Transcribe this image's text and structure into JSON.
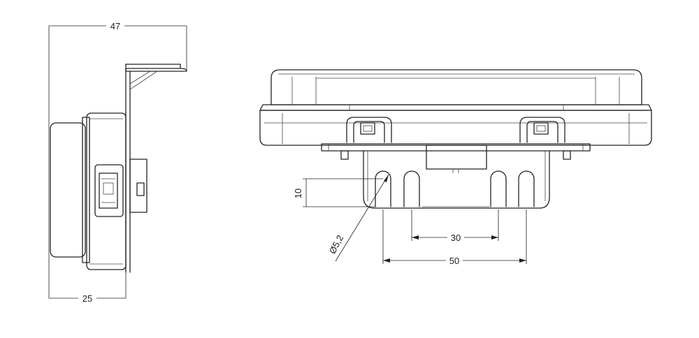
{
  "dimensions": {
    "side_height": "47",
    "side_depth": "25",
    "hole_height": "10",
    "hole_diameter": "Ø5,2",
    "inner_spacing": "30",
    "outer_spacing": "50"
  }
}
